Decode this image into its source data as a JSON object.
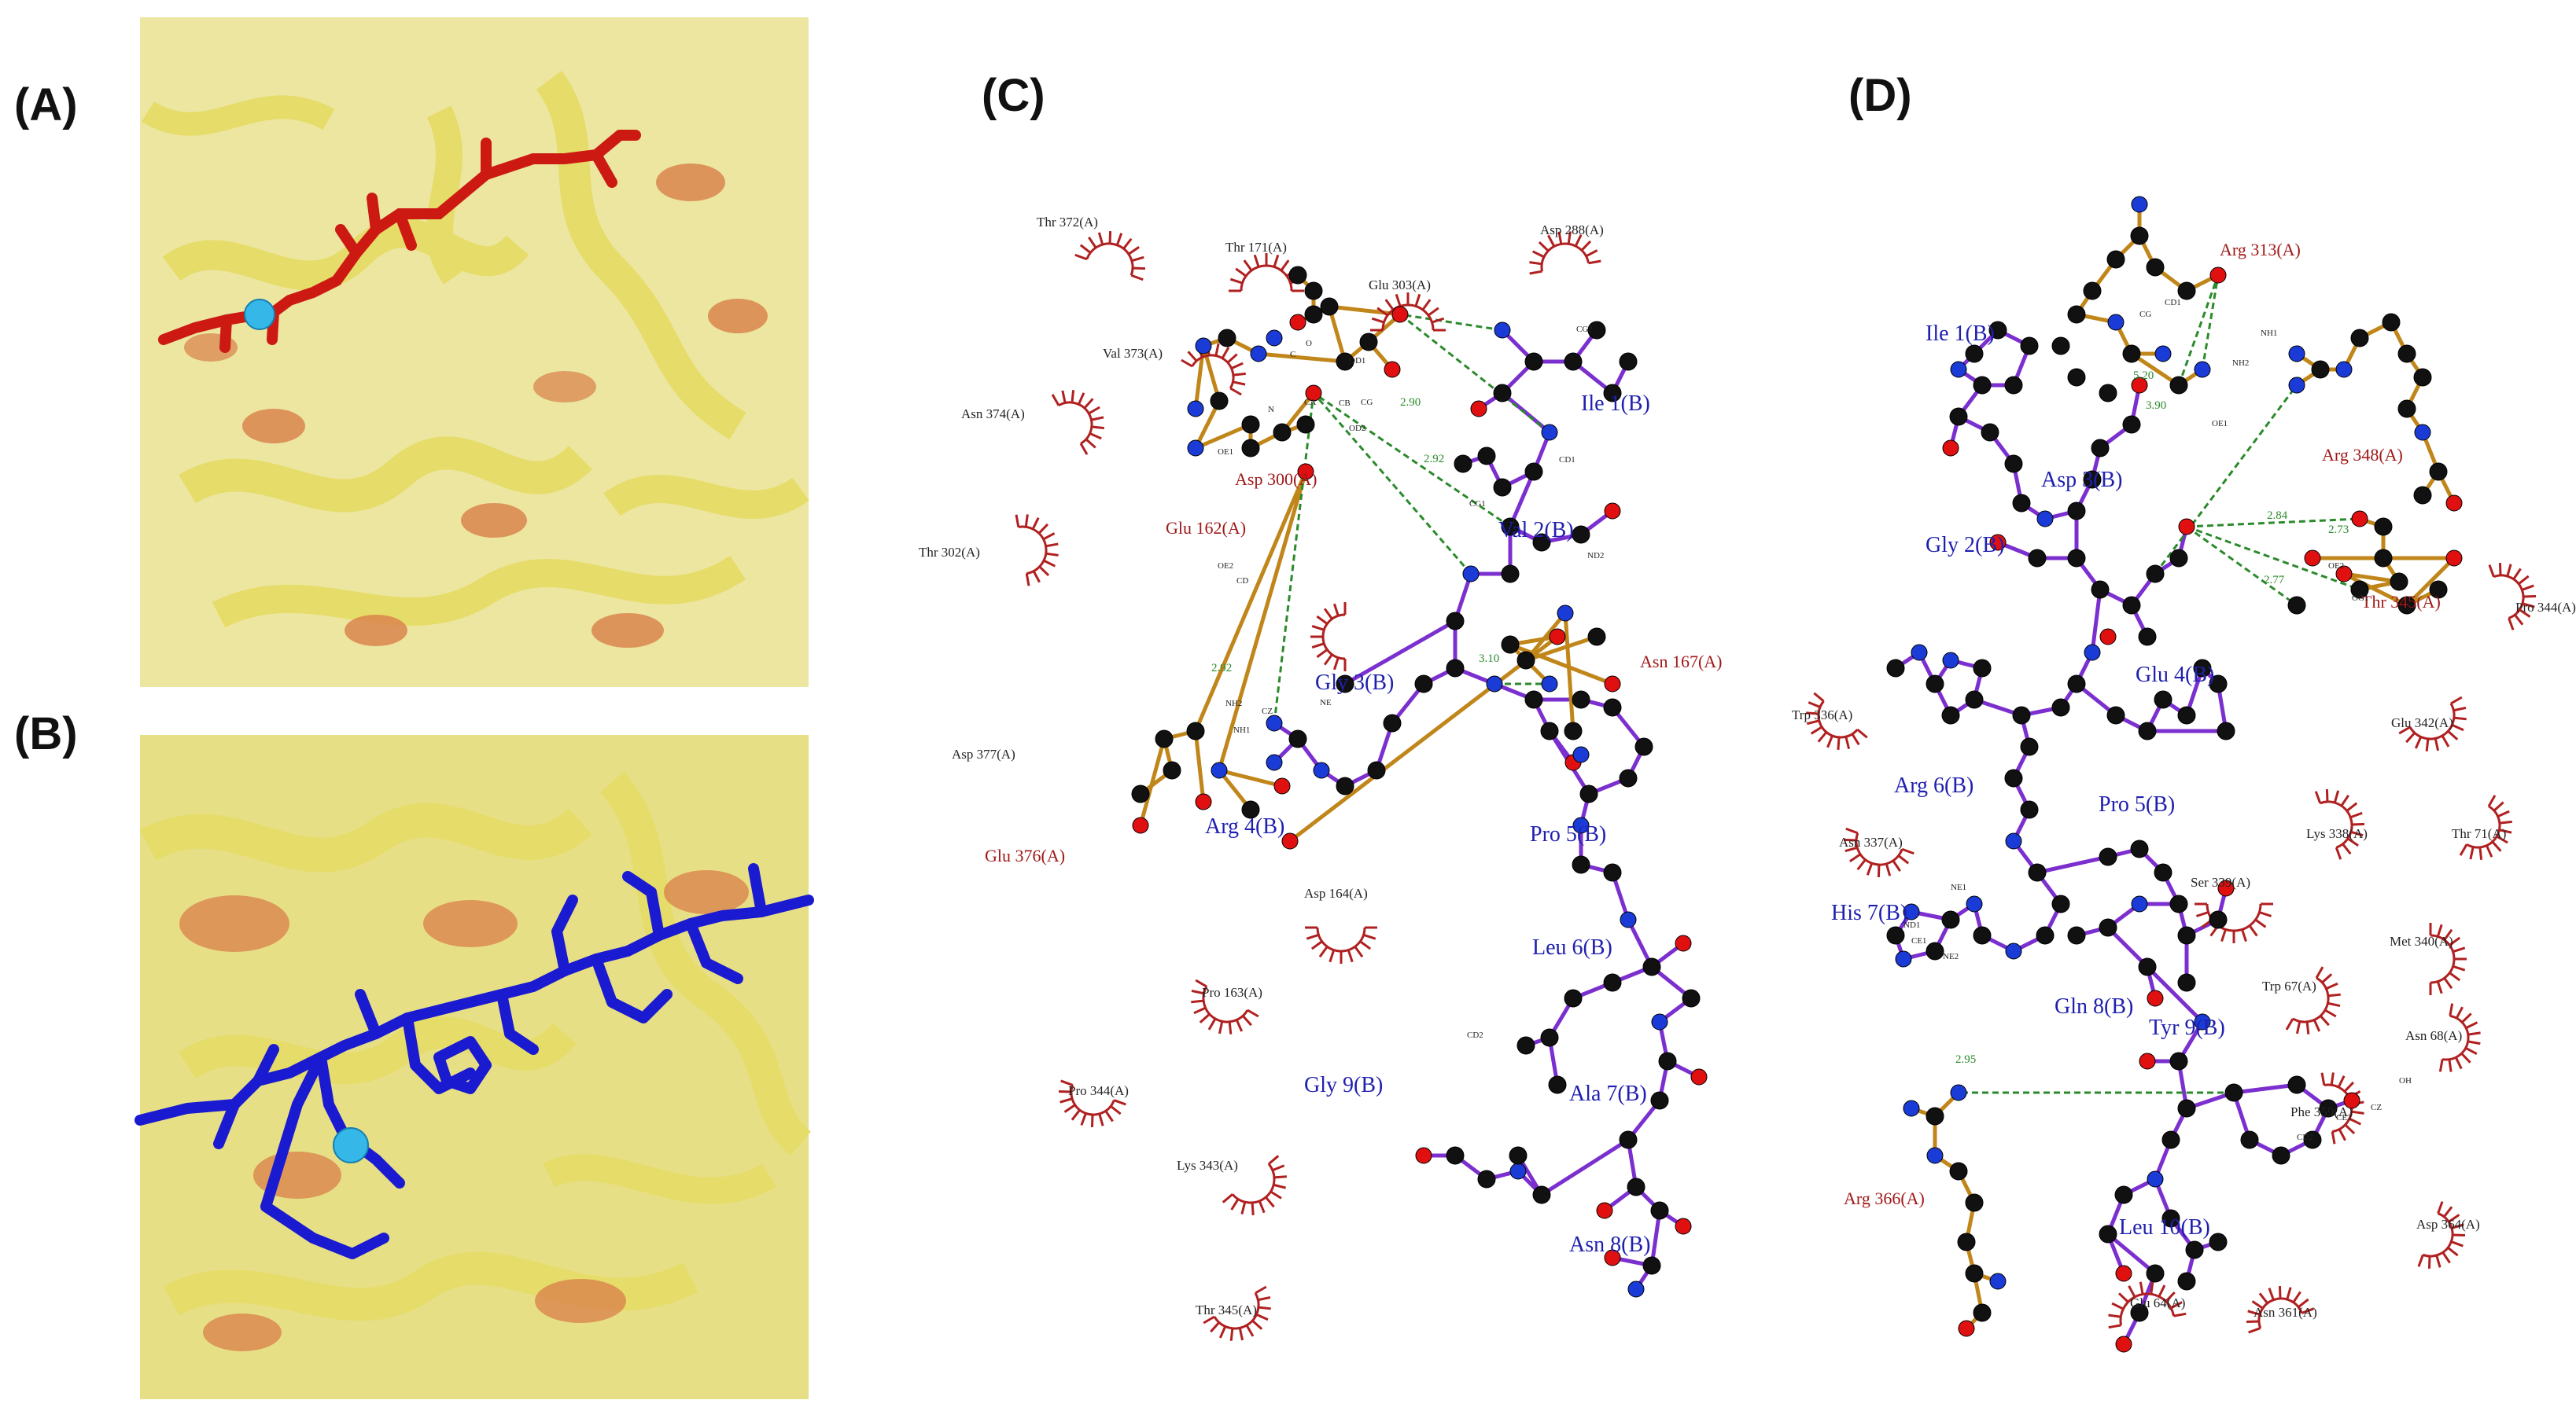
{
  "panels": {
    "a": {
      "letter": "(A)"
    },
    "b": {
      "letter": "(B)"
    },
    "c": {
      "letter": "(C)"
    },
    "d": {
      "letter": "(D)"
    }
  },
  "colors": {
    "cartoon_yellow": "#e9e27a",
    "cartoon_helix_inner": "#d97f4a",
    "ligand_red": "#cc1a12",
    "ligand_blue": "#1a1ad0",
    "ion_cyan": "#35b8e8",
    "ligand_bond": "#7b2fcf",
    "protein_bond": "#c0861a",
    "hbond": "#2b8a2b",
    "hydrophobic": "#b02020",
    "atom_c": "#111111",
    "atom_n": "#1a3bd6",
    "atom_o": "#e01010",
    "ligand_label": "#2020b0",
    "residue_label": "#a01818"
  },
  "panel_c": {
    "hydrophobic_labels": [
      "Thr 372(A)",
      "Thr 171(A)",
      "Asp 288(A)",
      "Glu 303(A)",
      "Val 373(A)",
      "Asn 374(A)",
      "Thr 302(A)",
      "Asp 164(A)",
      "Pro 163(A)",
      "Pro 344(A)",
      "Lys 343(A)",
      "Thr 345(A)"
    ],
    "ligand_labels": [
      "Ile 1(B)",
      "Val 2(B)",
      "Gly 3(B)",
      "Arg 4(B)",
      "Pro 5(B)",
      "Leu 6(B)",
      "Ala 7(B)",
      "Gly 9(B)",
      "Asn 8(B)"
    ],
    "residue_labels": [
      "Asp 300(A)",
      "Glu 162(A)",
      "Asn 167(A)",
      "Glu 376(A)",
      "Asp 377(A)"
    ],
    "hbonds": [
      "2.90",
      "2.92",
      "2.92",
      "3.10"
    ],
    "atom_labels": [
      "OD1",
      "OD2",
      "CB",
      "CA",
      "CG",
      "N",
      "C",
      "O",
      "OE1",
      "OE2",
      "CD",
      "NE",
      "NH1",
      "NH2",
      "CZ",
      "ND2",
      "CG1",
      "CG2",
      "CD1",
      "CD2"
    ]
  },
  "panel_d": {
    "hydrophobic_labels": [
      "Pro 344(A)",
      "Trp 336(A)",
      "Glu 342(A)",
      "Asn 337(A)",
      "Lys 338(A)",
      "Thr 71(A)",
      "Ser 339(A)",
      "Met 340(A)",
      "Trp 67(A)",
      "Asn 68(A)",
      "Phe 359(A)",
      "Asp 364(A)",
      "Glu 64(A)",
      "Asn 361(A)"
    ],
    "ligand_labels": [
      "Ile 1(B)",
      "Asp 3(B)",
      "Gly 2(B)",
      "Glu 4(B)",
      "Arg 6(B)",
      "Pro 5(B)",
      "His 7(B)",
      "Gln 8(B)",
      "Tyr 9(B)",
      "Leu 10(B)"
    ],
    "residue_labels": [
      "Arg 313(A)",
      "Arg 348(A)",
      "Thr 345(A)",
      "Arg 366(A)"
    ],
    "hbonds": [
      "5.20",
      "3.90",
      "2.84",
      "2.73",
      "2.77",
      "2.95"
    ],
    "atom_labels": [
      "NE1",
      "NE2",
      "ND1",
      "CE1",
      "OH",
      "CZ",
      "CE2",
      "CD2",
      "OG1",
      "NH1",
      "NH2",
      "CD1",
      "CG",
      "OE1",
      "OE2"
    ]
  }
}
